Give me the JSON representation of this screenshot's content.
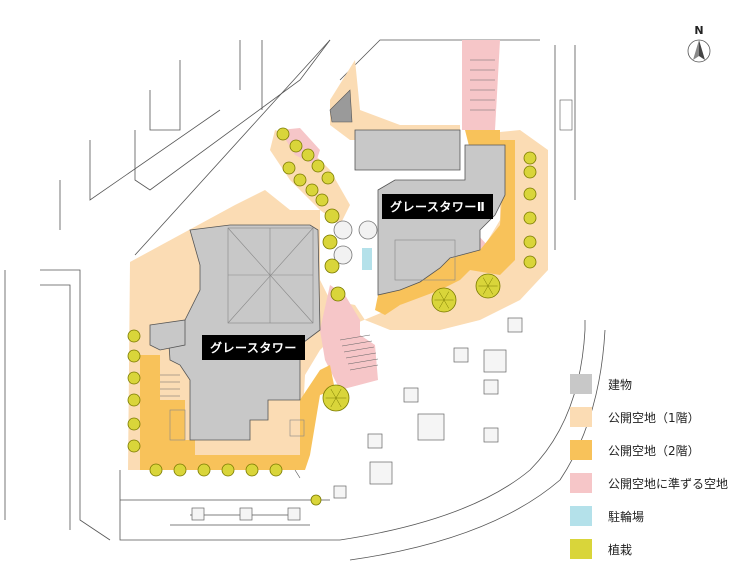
{
  "buildings": [
    {
      "label": "グレースタワー"
    },
    {
      "label": "グレースタワーⅡ"
    }
  ],
  "north": {
    "letter": "N"
  },
  "legend": [
    {
      "label": "建物",
      "color": "#c8c8c8"
    },
    {
      "label": "公開空地（1階）",
      "color": "#fbdcb4"
    },
    {
      "label": "公開空地（2階）",
      "color": "#f8c25a"
    },
    {
      "label": "公開空地に準ずる空地",
      "color": "#f6c6c8"
    },
    {
      "label": "駐輪場",
      "color": "#b4e1ea"
    },
    {
      "label": "植栽",
      "color": "#d9d53a"
    }
  ],
  "colors": {
    "building": "#c8c8c8",
    "open_ground": "#fbdcb4",
    "open_second": "#f8c25a",
    "quasi_open": "#f6c6c8",
    "bicycle": "#b4e1ea",
    "planting": "#d9d53a",
    "tree_outline": "#7a7a00",
    "line": "#555555"
  }
}
